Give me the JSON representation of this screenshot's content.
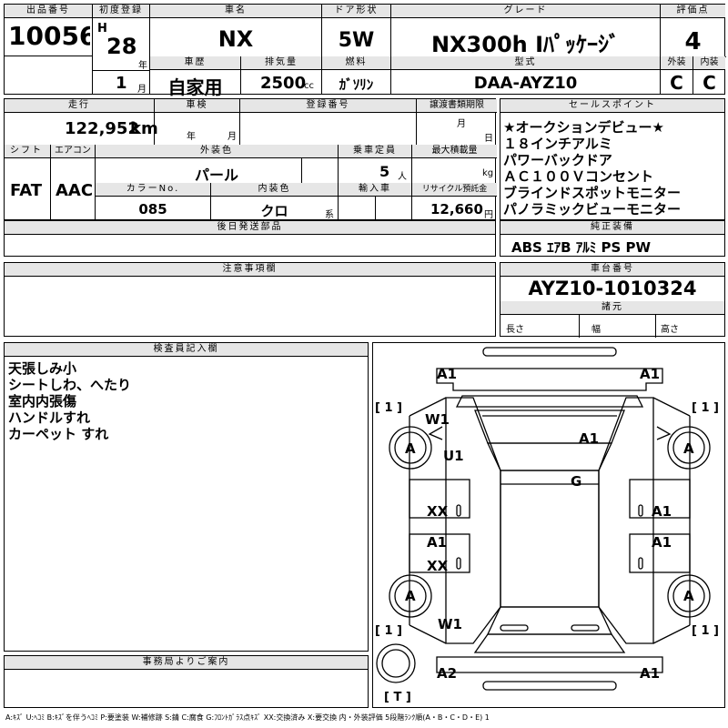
{
  "header": {
    "lot_label": "出品番号",
    "lot_value": "10056",
    "first_reg_label": "初度登録",
    "era": "H",
    "year": "28",
    "year_unit": "年",
    "month": "1",
    "month_unit": "月",
    "car_name_label": "車名",
    "car_name": "NX",
    "door_label": "ドア形状",
    "door_value": "5W",
    "grade_label": "グレード",
    "grade_value": "NX300h Iﾊﾟｯｹｰｼﾞ",
    "score_label": "評価点",
    "score_value": "4",
    "history_label": "車歴",
    "history_value": "自家用",
    "displacement_label": "排気量",
    "displacement_value": "2500",
    "displacement_unit": "cc",
    "fuel_label": "燃料",
    "fuel_value": "ｶﾞｿﾘﾝ",
    "model_label": "型式",
    "model_value": "DAA-AYZ10",
    "exterior_label": "外装",
    "exterior_value": "C",
    "interior_label": "内装",
    "interior_value": "C"
  },
  "row2": {
    "mileage_label": "走行",
    "mileage_value": "122,952",
    "mileage_unit": "km",
    "inspection_label": "車検",
    "year_unit": "年",
    "month_unit": "月",
    "reg_label": "登録番号",
    "transfer_label": "譲渡書類期限",
    "day_unit": "日",
    "shift_label": "シフト",
    "shift_value": "FAT",
    "ac_label": "エアコン",
    "ac_value": "AAC",
    "color_label": "外装色",
    "color_value": "パール",
    "seats_label": "乗車定員",
    "seats_value": "5",
    "seats_unit": "人",
    "load_label": "最大積載量",
    "load_unit": "kg",
    "color_no_label": "カラーNo.",
    "color_no_value": "085",
    "int_color_label": "内装色",
    "int_color_value": "クロ",
    "int_color_unit": "系",
    "import_label": "輸入車",
    "recycle_label": "リサイクル預託金",
    "recycle_value": "12,660",
    "recycle_unit": "円",
    "later_label": "後日発送部品"
  },
  "sales_points": {
    "label": "セールスポイント",
    "items": [
      "★オークションデビュー★",
      "１８インチアルミ",
      "パワーバックドア",
      "ＡＣ１００Ｖコンセント",
      "ブラインドスポットモニター",
      "パノラミックビューモニター"
    ]
  },
  "equipment": {
    "label": "純正装備",
    "value": "ABS ｴｱB ｱﾙﾐ PS PW"
  },
  "caution": {
    "label": "注意事項欄"
  },
  "chassis": {
    "label": "車台番号",
    "value": "AYZ10-1010324"
  },
  "specs": {
    "label": "諸元",
    "length": "長さ",
    "width": "幅",
    "height": "高さ"
  },
  "inspector": {
    "label": "検査員記入欄",
    "notes": [
      "天張しみ小",
      "シートしわ、へたり",
      "室内内張傷",
      "ハンドルすれ",
      "カーペット すれ"
    ]
  },
  "office": {
    "label": "事務局よりご案内"
  },
  "diagram": {
    "marks": {
      "a1_tl": "A1",
      "a1_tr": "A1",
      "br_l1": "[ 1 ]",
      "br_r1": "[ 1 ]",
      "w1_top": "W1",
      "a_tl": "A",
      "u1": "U1",
      "a1_roof": "A1",
      "a_tr": "A",
      "g": "G",
      "xx1": "XX",
      "a1_r1": "A1",
      "a1_l2": "A1",
      "a1_r2": "A1",
      "xx2": "XX",
      "a_bl": "A",
      "a_br": "A",
      "br_l2": "[ 1 ]",
      "br_r2": "[ 1 ]",
      "w1_bot": "W1",
      "a2": "A2",
      "a1_br": "A1",
      "t": "[ T ]"
    }
  },
  "legend": "A:ｷｽﾞ U:ﾍｺﾐ B:ｷｽﾞを伴うﾍｺﾐ P:要塗装 W:補修跡 S:錆 C:腐食 G:ﾌﾛﾝﾄｶﾞﾗｽ点ｷｽﾞ XX:交換済み X:要交換 内・外装評価 5段階ﾗﾝｸ順(A・B・C・D・E) 1"
}
